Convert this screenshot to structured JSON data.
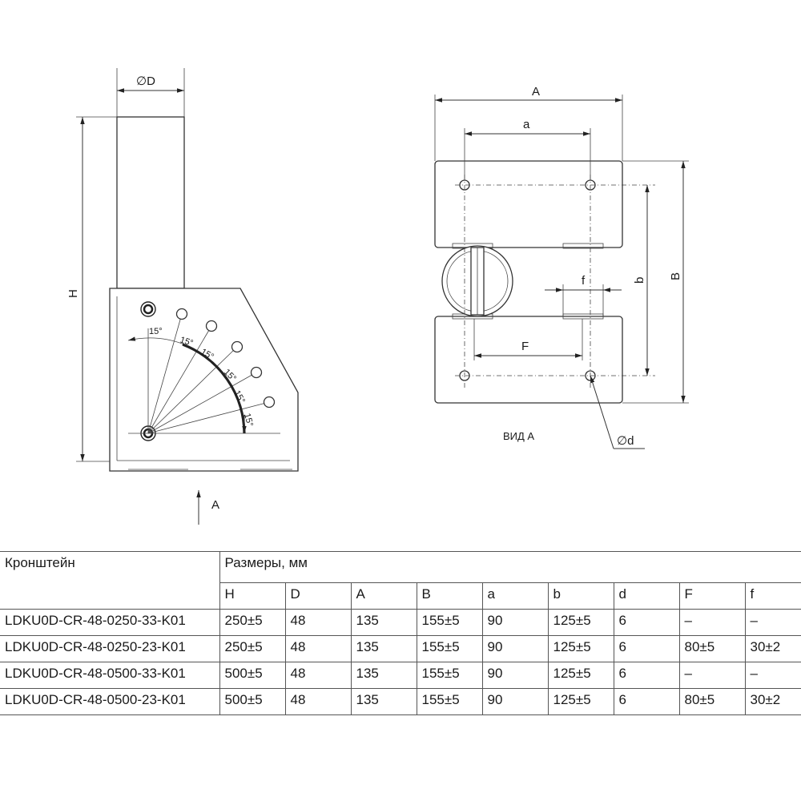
{
  "labels": {
    "dia_D": "∅D",
    "height_H": "H",
    "view_arrow": "A",
    "angle": "15°",
    "width_A": "A",
    "spacing_a": "a",
    "spacing_b": "b",
    "height_B": "B",
    "spacing_f": "f",
    "spacing_F": "F",
    "hole_d": "∅d",
    "view_caption": "ВИД А"
  },
  "table": {
    "header_bracket": "Кронштейн",
    "header_dims": "Размеры, мм",
    "columns": [
      "H",
      "D",
      "A",
      "B",
      "a",
      "b",
      "d",
      "F",
      "f"
    ],
    "rows": [
      {
        "name": "LDKU0D-CR-48-0250-33-K01",
        "values": [
          "250±5",
          "48",
          "135",
          "155±5",
          "90",
          "125±5",
          "6",
          "–",
          "–"
        ]
      },
      {
        "name": "LDKU0D-CR-48-0250-23-K01",
        "values": [
          "250±5",
          "48",
          "135",
          "155±5",
          "90",
          "125±5",
          "6",
          "80±5",
          "30±2"
        ]
      },
      {
        "name": "LDKU0D-CR-48-0500-33-K01",
        "values": [
          "500±5",
          "48",
          "135",
          "155±5",
          "90",
          "125±5",
          "6",
          "–",
          "–"
        ]
      },
      {
        "name": "LDKU0D-CR-48-0500-23-K01",
        "values": [
          "500±5",
          "48",
          "135",
          "155±5",
          "90",
          "125±5",
          "6",
          "80±5",
          "30±2"
        ]
      }
    ]
  }
}
